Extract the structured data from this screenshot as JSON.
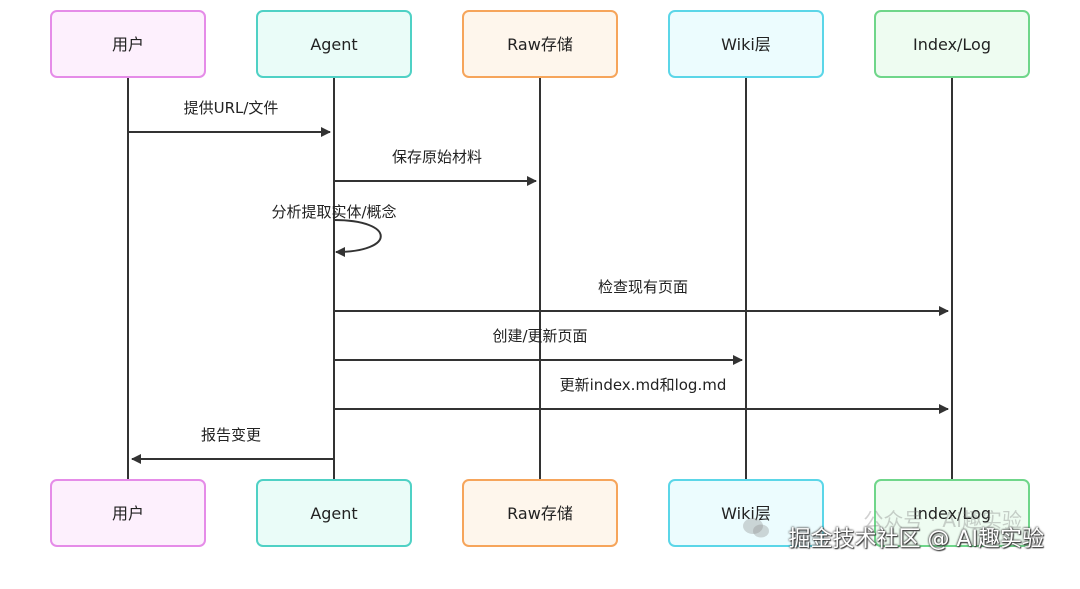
{
  "actors": [
    {
      "id": "user",
      "label": "用户",
      "fill": "#fdf0fd",
      "stroke": "#e58ce8"
    },
    {
      "id": "agent",
      "label": "Agent",
      "fill": "#eafcf8",
      "stroke": "#4fd1c5"
    },
    {
      "id": "raw",
      "label": "Raw存储",
      "fill": "#fef6ec",
      "stroke": "#f6a55b"
    },
    {
      "id": "wiki",
      "label": "Wiki层",
      "fill": "#ecfcfe",
      "stroke": "#5bd6e8"
    },
    {
      "id": "index",
      "label": "Index/Log",
      "fill": "#eefcf1",
      "stroke": "#6fd68a"
    }
  ],
  "messages": [
    {
      "from": "user",
      "to": "agent",
      "label": "提供URL/文件"
    },
    {
      "from": "agent",
      "to": "raw",
      "label": "保存原始材料"
    },
    {
      "from": "agent",
      "to": "agent",
      "label": "分析提取实体/概念"
    },
    {
      "from": "agent",
      "to": "index",
      "label": "检查现有页面"
    },
    {
      "from": "agent",
      "to": "wiki",
      "label": "创建/更新页面"
    },
    {
      "from": "agent",
      "to": "index",
      "label": "更新index.md和log.md"
    },
    {
      "from": "agent",
      "to": "user",
      "label": "报告变更"
    }
  ],
  "watermark": {
    "top": "公众号 · AI趣实验",
    "bottom": "掘金技术社区 @ AI趣实验",
    "icon": "wechat-icon"
  }
}
